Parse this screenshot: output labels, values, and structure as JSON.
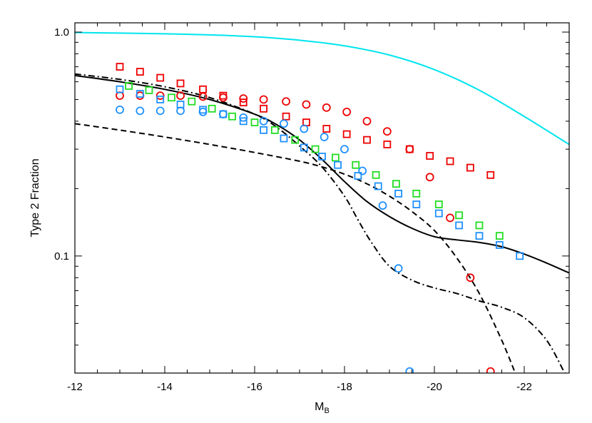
{
  "chart_data": {
    "type": "scatter",
    "title": "",
    "xlabel": "M",
    "xlabel_sub": "B",
    "ylabel": "Type 2 Fraction",
    "xlim": [
      -12,
      -23
    ],
    "ylim": [
      0.03,
      1.1
    ],
    "yscale": "log",
    "grid": false,
    "legend": "none",
    "xticks": [
      {
        "value": -12,
        "label": "-12"
      },
      {
        "value": -14,
        "label": "-14"
      },
      {
        "value": -16,
        "label": "-16"
      },
      {
        "value": -18,
        "label": "-18"
      },
      {
        "value": -20,
        "label": "-20"
      },
      {
        "value": -22,
        "label": "-22"
      }
    ],
    "yticks": [
      {
        "value": 0.1,
        "label": "0.1"
      },
      {
        "value": 1.0,
        "label": "1.0"
      }
    ],
    "series": [
      {
        "kind": "line",
        "style": "solid",
        "color": "#00e5ee",
        "points": [
          [
            -12,
            0.995
          ],
          [
            -13,
            0.99
          ],
          [
            -14,
            0.983
          ],
          [
            -15,
            0.972
          ],
          [
            -16,
            0.953
          ],
          [
            -17,
            0.92
          ],
          [
            -18,
            0.868
          ],
          [
            -19,
            0.79
          ],
          [
            -20,
            0.68
          ],
          [
            -21,
            0.55
          ],
          [
            -22,
            0.42
          ],
          [
            -23,
            0.315
          ]
        ]
      },
      {
        "kind": "line",
        "style": "solid",
        "color": "#000000",
        "points": [
          [
            -12,
            0.64
          ],
          [
            -13,
            0.6
          ],
          [
            -14,
            0.555
          ],
          [
            -15,
            0.5
          ],
          [
            -16,
            0.43
          ],
          [
            -16.5,
            0.385
          ],
          [
            -17,
            0.33
          ],
          [
            -17.5,
            0.27
          ],
          [
            -18,
            0.215
          ],
          [
            -18.5,
            0.175
          ],
          [
            -19,
            0.15
          ],
          [
            -19.5,
            0.133
          ],
          [
            -20,
            0.122
          ],
          [
            -20.5,
            0.118
          ],
          [
            -21,
            0.115
          ],
          [
            -21.5,
            0.11
          ],
          [
            -22,
            0.102
          ],
          [
            -22.5,
            0.093
          ],
          [
            -23,
            0.084
          ]
        ]
      },
      {
        "kind": "line",
        "style": "dashed",
        "color": "#000000",
        "points": [
          [
            -12,
            0.39
          ],
          [
            -13,
            0.365
          ],
          [
            -14,
            0.34
          ],
          [
            -15,
            0.315
          ],
          [
            -16,
            0.29
          ],
          [
            -17,
            0.265
          ],
          [
            -17.5,
            0.25
          ],
          [
            -18,
            0.232
          ],
          [
            -18.5,
            0.21
          ],
          [
            -19,
            0.185
          ],
          [
            -19.5,
            0.158
          ],
          [
            -20,
            0.13
          ],
          [
            -20.5,
            0.098
          ],
          [
            -21,
            0.068
          ],
          [
            -21.5,
            0.042
          ],
          [
            -21.8,
            0.03
          ]
        ]
      },
      {
        "kind": "line",
        "style": "dashdot",
        "color": "#000000",
        "points": [
          [
            -12,
            0.65
          ],
          [
            -13,
            0.615
          ],
          [
            -14,
            0.57
          ],
          [
            -15,
            0.51
          ],
          [
            -16,
            0.43
          ],
          [
            -16.5,
            0.375
          ],
          [
            -17,
            0.31
          ],
          [
            -17.5,
            0.25
          ],
          [
            -18,
            0.185
          ],
          [
            -18.3,
            0.145
          ],
          [
            -18.6,
            0.115
          ],
          [
            -19,
            0.09
          ],
          [
            -19.5,
            0.078
          ],
          [
            -20,
            0.072
          ],
          [
            -20.5,
            0.068
          ],
          [
            -21,
            0.063
          ],
          [
            -21.5,
            0.059
          ],
          [
            -22,
            0.053
          ],
          [
            -22.5,
            0.042
          ],
          [
            -22.9,
            0.03
          ]
        ]
      },
      {
        "kind": "marker",
        "marker": "square",
        "color": "#ee0000",
        "points": [
          [
            -13,
            0.7
          ],
          [
            -13.45,
            0.665
          ],
          [
            -13.9,
            0.625
          ],
          [
            -14.35,
            0.59
          ],
          [
            -14.85,
            0.555
          ],
          [
            -15.3,
            0.52
          ],
          [
            -15.75,
            0.485
          ],
          [
            -16.2,
            0.455
          ],
          [
            -16.7,
            0.42
          ],
          [
            -17.15,
            0.395
          ],
          [
            -17.6,
            0.37
          ],
          [
            -18.05,
            0.35
          ],
          [
            -18.5,
            0.33
          ],
          [
            -18.95,
            0.315
          ],
          [
            -19.45,
            0.3
          ],
          [
            -19.9,
            0.28
          ],
          [
            -20.35,
            0.265
          ],
          [
            -20.8,
            0.248
          ],
          [
            -21.25,
            0.23
          ]
        ]
      },
      {
        "kind": "marker",
        "marker": "circle",
        "color": "#ee0000",
        "points": [
          [
            -13,
            0.52
          ],
          [
            -13.45,
            0.52
          ],
          [
            -13.9,
            0.52
          ],
          [
            -14.35,
            0.52
          ],
          [
            -14.85,
            0.515
          ],
          [
            -15.3,
            0.51
          ],
          [
            -15.75,
            0.505
          ],
          [
            -16.2,
            0.5
          ],
          [
            -16.7,
            0.49
          ],
          [
            -17.15,
            0.475
          ],
          [
            -17.6,
            0.46
          ],
          [
            -18.05,
            0.44
          ],
          [
            -18.5,
            0.4
          ],
          [
            -18.95,
            0.36
          ],
          [
            -19.45,
            0.3
          ],
          [
            -19.9,
            0.225
          ],
          [
            -20.35,
            0.148
          ],
          [
            -20.8,
            0.08
          ],
          [
            -21.25,
            0.0305
          ]
        ]
      },
      {
        "kind": "marker",
        "marker": "square",
        "color": "#22dd22",
        "points": [
          [
            -13.2,
            0.575
          ],
          [
            -13.65,
            0.55
          ],
          [
            -14.15,
            0.51
          ],
          [
            -14.6,
            0.49
          ],
          [
            -15.05,
            0.455
          ],
          [
            -15.5,
            0.42
          ],
          [
            -16,
            0.395
          ],
          [
            -16.45,
            0.365
          ],
          [
            -16.9,
            0.33
          ],
          [
            -17.35,
            0.3
          ],
          [
            -17.8,
            0.275
          ],
          [
            -18.25,
            0.255
          ],
          [
            -18.7,
            0.23
          ],
          [
            -19.15,
            0.21
          ],
          [
            -19.6,
            0.19
          ],
          [
            -20.1,
            0.17
          ],
          [
            -20.55,
            0.152
          ],
          [
            -21,
            0.137
          ],
          [
            -21.45,
            0.123
          ]
        ]
      },
      {
        "kind": "marker",
        "marker": "square",
        "color": "#1e90ff",
        "points": [
          [
            -13,
            0.555
          ],
          [
            -13.45,
            0.53
          ],
          [
            -13.9,
            0.5
          ],
          [
            -14.35,
            0.475
          ],
          [
            -14.85,
            0.45
          ],
          [
            -15.3,
            0.43
          ],
          [
            -15.75,
            0.4
          ],
          [
            -16.2,
            0.365
          ],
          [
            -16.65,
            0.335
          ],
          [
            -17.1,
            0.305
          ],
          [
            -17.5,
            0.278
          ],
          [
            -17.85,
            0.255
          ],
          [
            -18.3,
            0.228
          ],
          [
            -18.75,
            0.205
          ],
          [
            -19.2,
            0.19
          ],
          [
            -19.6,
            0.17
          ],
          [
            -20.1,
            0.155
          ],
          [
            -20.55,
            0.137
          ],
          [
            -21,
            0.123
          ],
          [
            -21.45,
            0.112
          ],
          [
            -21.9,
            0.1
          ]
        ]
      },
      {
        "kind": "marker",
        "marker": "circle",
        "color": "#1e90ff",
        "points": [
          [
            -13,
            0.45
          ],
          [
            -13.45,
            0.445
          ],
          [
            -13.9,
            0.445
          ],
          [
            -14.35,
            0.445
          ],
          [
            -14.85,
            0.44
          ],
          [
            -15.3,
            0.43
          ],
          [
            -15.75,
            0.415
          ],
          [
            -16.2,
            0.4
          ],
          [
            -16.65,
            0.39
          ],
          [
            -17.1,
            0.37
          ],
          [
            -17.55,
            0.34
          ],
          [
            -18,
            0.3
          ],
          [
            -18.4,
            0.24
          ],
          [
            -18.85,
            0.168
          ],
          [
            -19.2,
            0.088
          ],
          [
            -19.45,
            0.0305
          ]
        ]
      }
    ]
  }
}
